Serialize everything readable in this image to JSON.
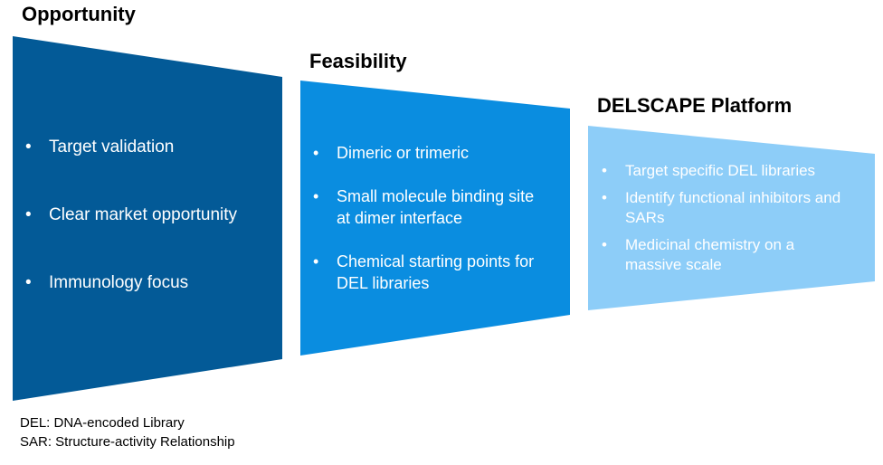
{
  "colors": {
    "opportunity": "#035a97",
    "feasibility": "#0a8de0",
    "platform": "#8dcdf8"
  },
  "opportunity": {
    "title": "Opportunity",
    "items": [
      "Target validation",
      "Clear market opportunity",
      "Immunology focus"
    ]
  },
  "feasibility": {
    "title": "Feasibility",
    "items": [
      "Dimeric or trimeric",
      "Small molecule binding site at dimer interface",
      "Chemical starting points for DEL libraries"
    ]
  },
  "platform": {
    "title": "DELSCAPE Platform",
    "items": [
      "Target specific DEL libraries",
      "Identify functional inhibitors and SARs",
      "Medicinal chemistry on a massive scale"
    ]
  },
  "footnotes": [
    "DEL: DNA-encoded Library",
    "SAR: Structure-activity Relationship"
  ]
}
